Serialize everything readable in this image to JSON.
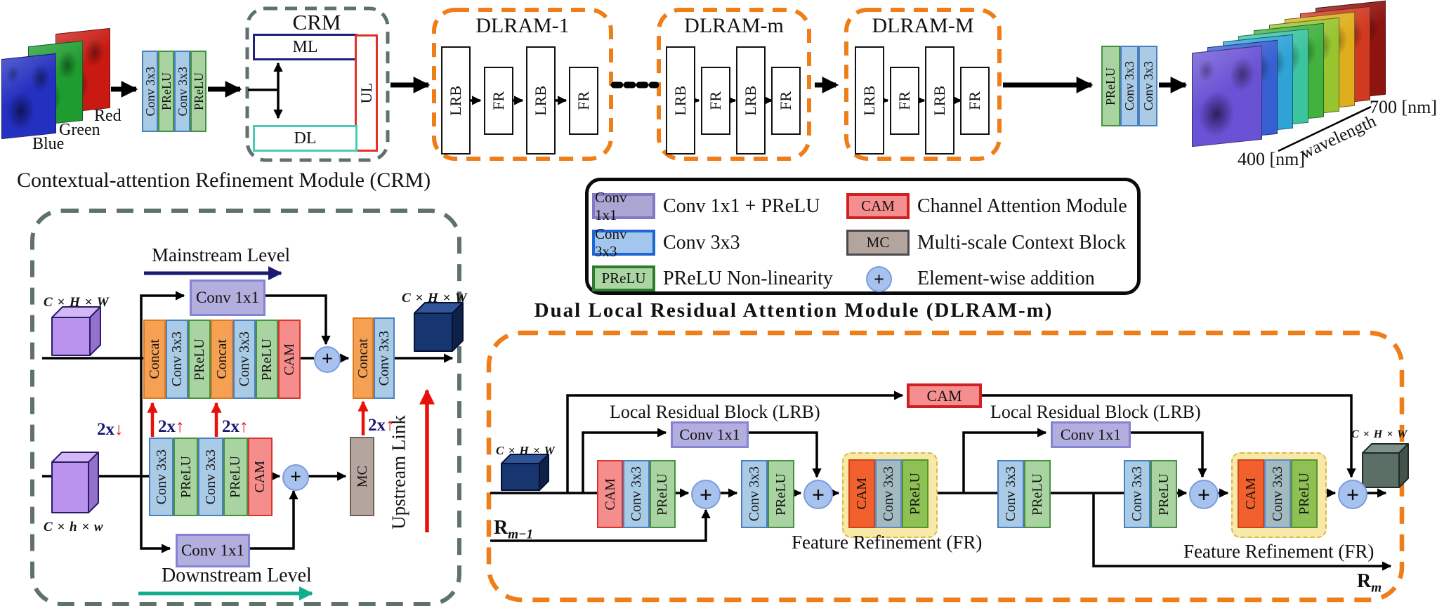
{
  "icons": {
    "plus": "+"
  },
  "input": {
    "images": [
      {
        "label": "Red",
        "color": "#c81a12"
      },
      {
        "label": "Green",
        "color": "#1f9c30"
      },
      {
        "label": "Blue",
        "color": "#2430c0"
      }
    ]
  },
  "encoder": {
    "blocks": [
      {
        "label": "Conv 3x3",
        "kind": "conv3"
      },
      {
        "label": "PReLU",
        "kind": "prelu"
      },
      {
        "label": "Conv 3x3",
        "kind": "conv3"
      },
      {
        "label": "PReLU",
        "kind": "prelu"
      }
    ]
  },
  "crm_overview": {
    "title": "CRM",
    "ml": "ML",
    "ul": "UL",
    "dl": "DL"
  },
  "dlram_boxes": [
    {
      "title": "DLRAM-1",
      "blocks": [
        {
          "label": "LRB",
          "kind": "lrb"
        },
        {
          "label": "FR",
          "kind": "fr"
        },
        {
          "label": "LRB",
          "kind": "lrb"
        },
        {
          "label": "FR",
          "kind": "fr"
        }
      ]
    },
    {
      "title": "DLRAM-m",
      "blocks": [
        {
          "label": "LRB",
          "kind": "lrb"
        },
        {
          "label": "FR",
          "kind": "fr"
        },
        {
          "label": "LRB",
          "kind": "lrb"
        },
        {
          "label": "FR",
          "kind": "fr"
        }
      ]
    },
    {
      "title": "DLRAM-M",
      "blocks": [
        {
          "label": "LRB",
          "kind": "lrb"
        },
        {
          "label": "FR",
          "kind": "fr"
        },
        {
          "label": "LRB",
          "kind": "lrb"
        },
        {
          "label": "FR",
          "kind": "fr"
        }
      ]
    }
  ],
  "decoder": {
    "blocks": [
      {
        "label": "PReLU",
        "kind": "prelu"
      },
      {
        "label": "Conv 3x3",
        "kind": "conv3"
      },
      {
        "label": "Conv 3x3",
        "kind": "conv3"
      }
    ]
  },
  "output": {
    "wl_min": "400 [nm]",
    "wl_max": "700 [nm]",
    "wl_label": "wavelength",
    "images": [
      {
        "color": "#8f1410"
      },
      {
        "color": "#d03a20"
      },
      {
        "color": "#dfae1d"
      },
      {
        "color": "#98c430"
      },
      {
        "color": "#42b13e"
      },
      {
        "color": "#3cc49e"
      },
      {
        "color": "#2fa3d6"
      },
      {
        "color": "#3560d2"
      },
      {
        "color": "#6a52d4"
      }
    ]
  },
  "legend": {
    "items": [
      {
        "chip": "Conv 1x1",
        "desc": "Conv 1x1 + PReLU",
        "kind": "conv1"
      },
      {
        "chip": "Conv 3x3",
        "desc": "Conv 3x3",
        "kind": "conv3"
      },
      {
        "chip": "PReLU",
        "desc": "PReLU Non-linearity",
        "kind": "prelu"
      },
      {
        "chip": "CAM",
        "desc": "Channel Attention Module",
        "kind": "cam"
      },
      {
        "chip": "MC",
        "desc": "Multi-scale Context Block",
        "kind": "mc"
      },
      {
        "chip": "+",
        "desc": "Element-wise addition",
        "kind": "plus"
      }
    ]
  },
  "crm_detail": {
    "title": "Contextual-attention Refinement Module (CRM)",
    "mainstream": "Mainstream Level",
    "downstream": "Downstream Level",
    "upstream": "Upstream Link",
    "conv1x1": "Conv 1x1",
    "dim_in": "C × H × W",
    "dim_out": "C × H × W",
    "dim_low": "C × h × w",
    "mc": "MC",
    "scale_down": {
      "text": "2x",
      "arrow": "↓"
    },
    "scale_up": {
      "text": "2x",
      "arrow": "↑"
    },
    "top_stack": [
      {
        "label": "Concat",
        "kind": "concat"
      },
      {
        "label": "Conv 3x3",
        "kind": "conv3"
      },
      {
        "label": "PReLU",
        "kind": "prelu"
      },
      {
        "label": "Concat",
        "kind": "concat"
      },
      {
        "label": "Conv 3x3",
        "kind": "conv3"
      },
      {
        "label": "PReLU",
        "kind": "prelu"
      },
      {
        "label": "CAM",
        "kind": "cam"
      }
    ],
    "out_pair": [
      {
        "label": "Concat",
        "kind": "concat"
      },
      {
        "label": "Conv 3x3",
        "kind": "conv3"
      }
    ],
    "low_stack": [
      {
        "label": "Conv 3x3",
        "kind": "conv3"
      },
      {
        "label": "PReLU",
        "kind": "prelu"
      },
      {
        "label": "Conv 3x3",
        "kind": "conv3"
      },
      {
        "label": "PReLU",
        "kind": "prelu"
      },
      {
        "label": "CAM",
        "kind": "cam"
      }
    ]
  },
  "dlram_detail": {
    "title": "Dual Local Residual Attention Module (DLRAM-m)",
    "lrb_label_1": "Local Residual Block (LRB)",
    "lrb_label_2": "Local Residual Block (LRB)",
    "fr_label_1": "Feature Refinement (FR)",
    "fr_label_2": "Feature Refinement (FR)",
    "cam_skip": "CAM",
    "conv1x1_a": "Conv 1x1",
    "conv1x1_b": "Conv 1x1",
    "dim_in": "C × H × W",
    "dim_out": "C × H × W",
    "r_in": {
      "base": "R",
      "sub": "m−1"
    },
    "r_out": {
      "base": "R",
      "sub": "m"
    },
    "stack1": [
      {
        "label": "CAM",
        "kind": "cam"
      },
      {
        "label": "Conv 3x3",
        "kind": "conv3"
      },
      {
        "label": "PReLU",
        "kind": "prelu"
      }
    ],
    "pair": [
      {
        "label": "Conv 3x3",
        "kind": "conv3"
      },
      {
        "label": "PReLU",
        "kind": "prelu"
      }
    ],
    "fr_stack": [
      {
        "label": "CAM",
        "kind": "frcam"
      },
      {
        "label": "Conv 3x3",
        "kind": "frconv"
      },
      {
        "label": "PReLU",
        "kind": "frprelu"
      }
    ]
  }
}
